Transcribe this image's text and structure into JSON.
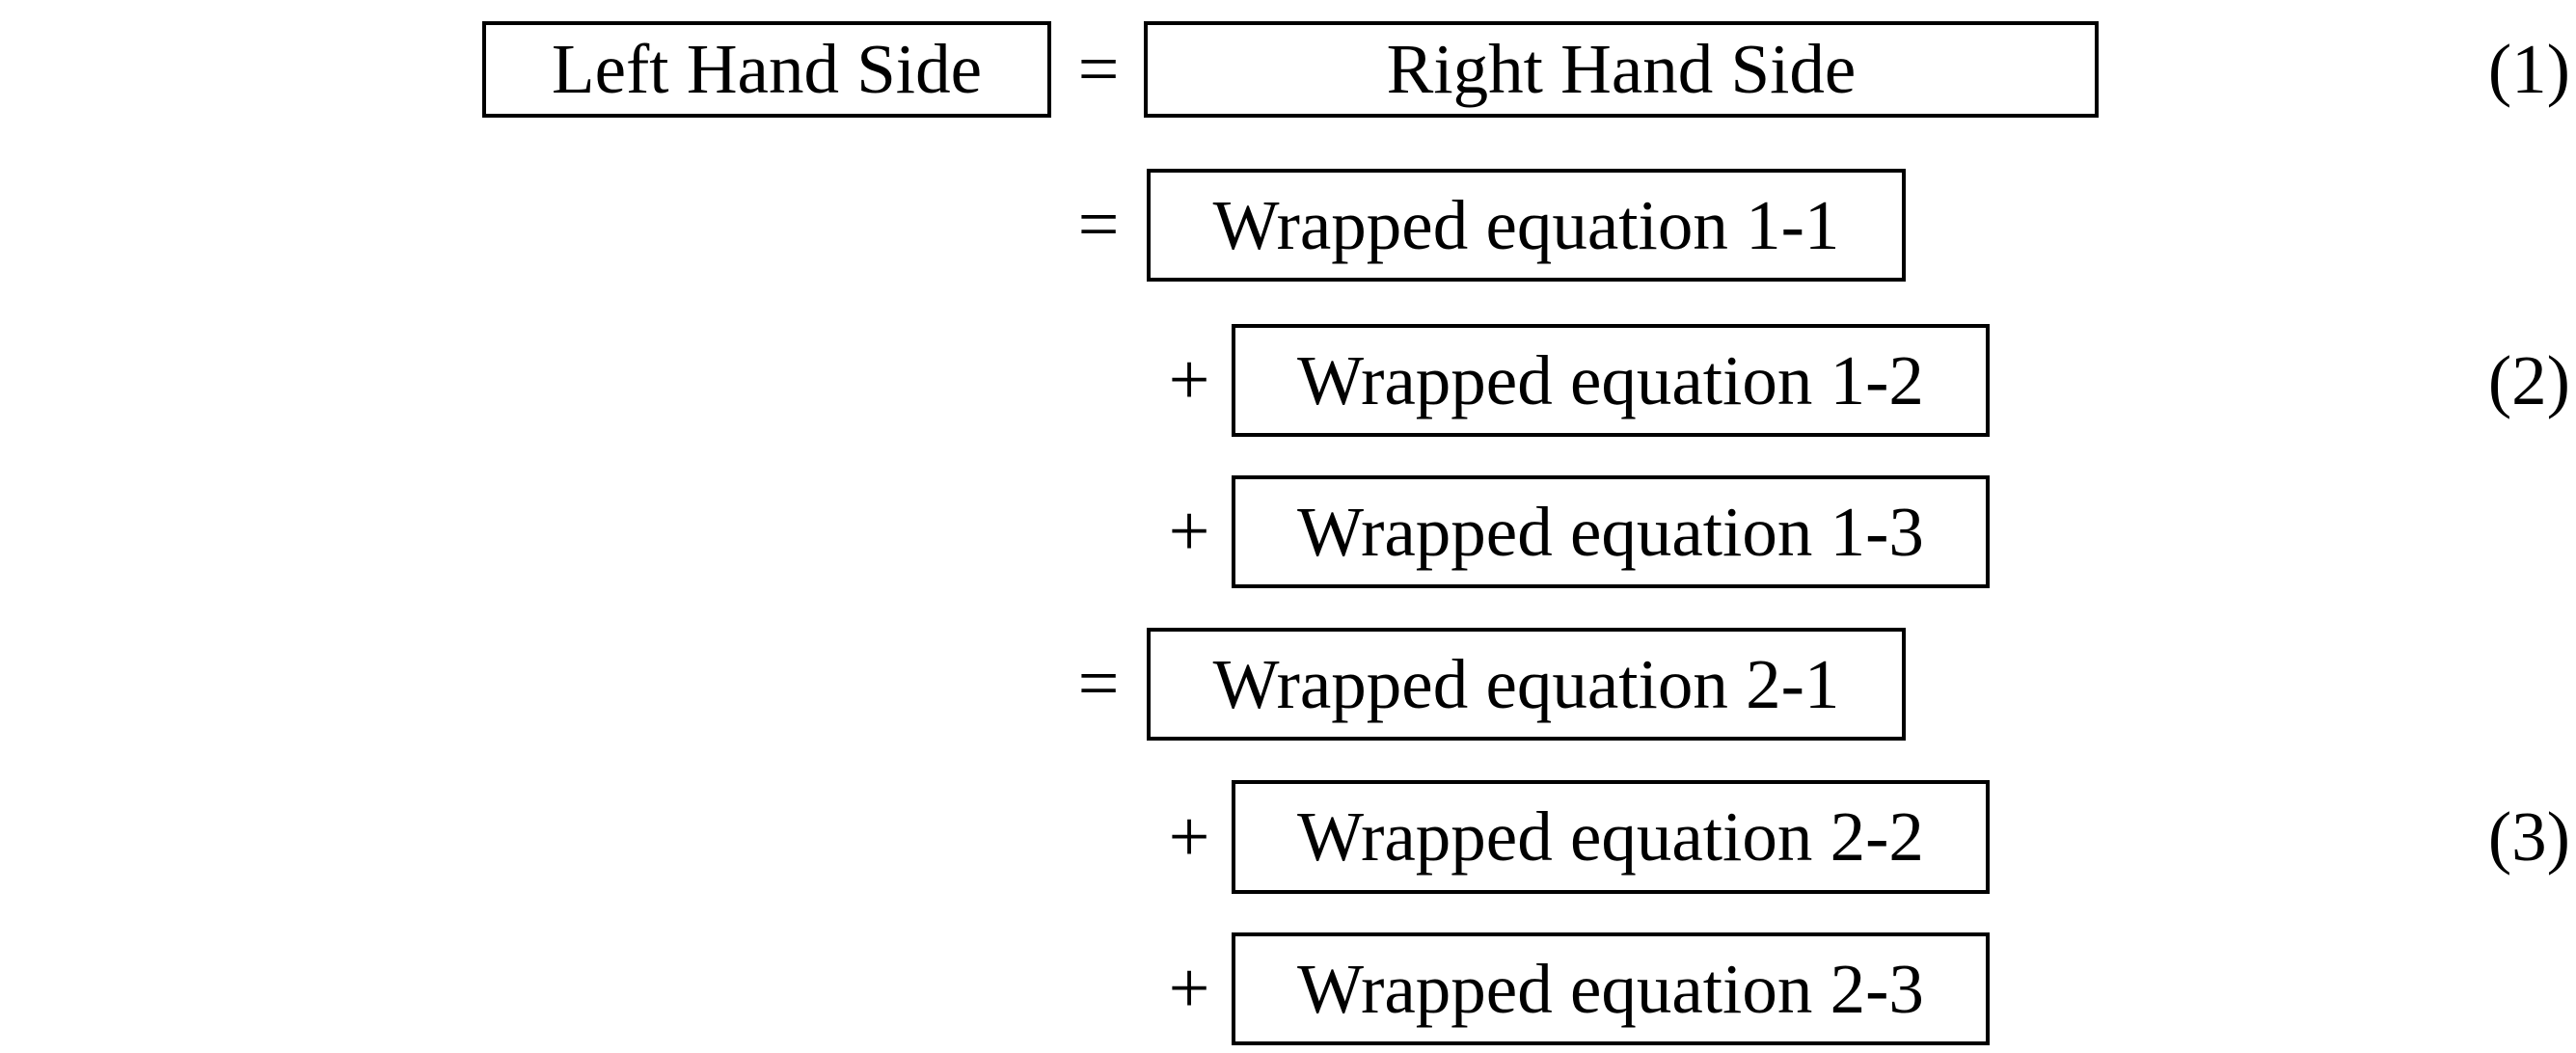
{
  "page": {
    "background": "#ffffff",
    "text_color": "#000000",
    "box_border_color": "#000000"
  },
  "equation": {
    "lhs": "Left Hand Side",
    "first_row_operator": "=",
    "rhs": "Right Hand Side",
    "rows": [
      {
        "operator": "=",
        "text": "Wrapped equation 1-1"
      },
      {
        "operator": "+",
        "text": "Wrapped equation 1-2"
      },
      {
        "operator": "+",
        "text": "Wrapped equation 1-3"
      },
      {
        "operator": "=",
        "text": "Wrapped equation 2-1"
      },
      {
        "operator": "+",
        "text": "Wrapped equation 2-2"
      },
      {
        "operator": "+",
        "text": "Wrapped equation 2-3"
      }
    ],
    "numbers": [
      "(1)",
      "(2)",
      "(3)"
    ]
  }
}
